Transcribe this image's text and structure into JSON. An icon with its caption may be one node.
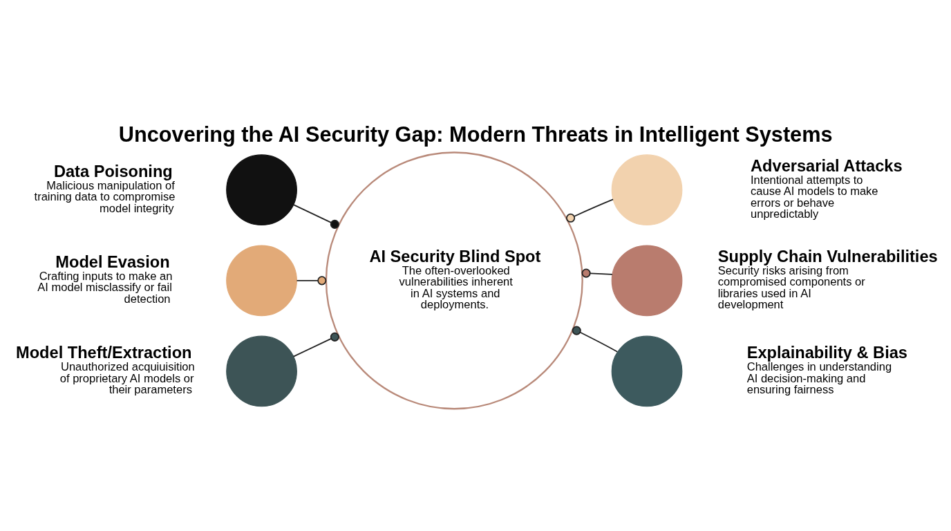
{
  "diagram": {
    "title": "Uncovering the AI Security Gap: Modern Threats in Intelligent Systems",
    "nodes": [
      {
        "text": [
          "AI Security Blind Spot",
          "The often-overlooked vulnerabilities inherent in AI systems and deployments."
        ]
      },
      {
        "text": [],
        "shape": "circle",
        "beside": [
          "Data Poisoning",
          "Malicious manipulation of training data to compromise model integrity"
        ]
      },
      {
        "text": [],
        "shape": "circle",
        "beside": [
          "Adversarial Attacks",
          "Intentional attempts to cause AI models to make errors or behave unpredictably"
        ]
      },
      {
        "text": [],
        "shape": "circle",
        "beside": [
          "Model Evasion",
          "Crafting inputs to make an AI model misclassify or fail detection"
        ]
      },
      {
        "text": [],
        "shape": "circle",
        "beside": [
          "Supply Chain Vulnerabilities",
          "Security risks arising from compromised components or libraries used in AI development"
        ]
      },
      {
        "text": [],
        "shape": "circle",
        "beside": [
          "Model Theft/Extraction",
          "Unauthorized acquiuisition of proprietary AI models or their parameters"
        ]
      },
      {
        "text": [],
        "shape": "circle",
        "beside": [
          "Explainability & Bias",
          "Challenges in understanding AI decision-making and ensuring fairness"
        ]
      }
    ],
    "edges": [
      {
        "from": 1,
        "to": 0,
        "arrow": "other"
      },
      {
        "from": 2,
        "to": 0,
        "arrow": "other"
      },
      {
        "from": 3,
        "to": 0,
        "arrow": "other"
      },
      {
        "from": 4,
        "to": 0,
        "arrow": "other"
      },
      {
        "from": 5,
        "to": 0,
        "arrow": "other"
      },
      {
        "from": 6,
        "to": 0,
        "arrow": "other"
      }
    ]
  }
}
